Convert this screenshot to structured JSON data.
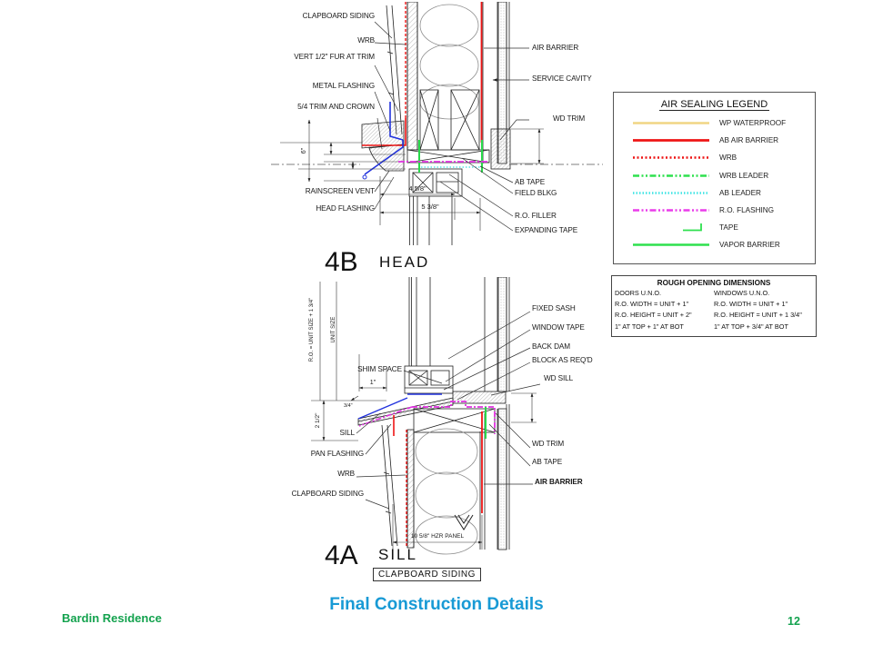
{
  "footer": {
    "project": "Bardin Residence",
    "title": "Final Construction Details",
    "page": "12"
  },
  "legend": {
    "title": "AIR SEALING LEGEND",
    "items": [
      {
        "label": "WP WATERPROOF",
        "color": "#f0d584",
        "dash": "none"
      },
      {
        "label": "AB AIR BARRIER",
        "color": "#ee1515",
        "dash": "none"
      },
      {
        "label": "WRB",
        "color": "#ee1515",
        "dash": "2 2.5"
      },
      {
        "label": "WRB LEADER",
        "color": "#2ee04e",
        "dash": "7 2.5 2 2.5 2 2.5"
      },
      {
        "label": "AB LEADER",
        "color": "#3fe4e4",
        "dash": "1.5 2"
      },
      {
        "label": "R.O. FLASHING",
        "color": "#ea3cea",
        "dash": "7 2.5 2 2.5 2 2.5"
      },
      {
        "label": "TAPE",
        "color": "#2ee04e",
        "dash": "none"
      },
      {
        "label": "VAPOR BARRIER",
        "color": "#2ee04e",
        "dash": "none"
      }
    ]
  },
  "rough_opening": {
    "title": "ROUGH OPENING DIMENSIONS",
    "doors": [
      "DOORS U.N.O.",
      "R.O. WIDTH = UNIT + 1\"",
      "R.O. HEIGHT = UNIT + 2\"",
      "1\" AT TOP + 1\" AT BOT"
    ],
    "windows": [
      "WINDOWS U.N.O.",
      "R.O. WIDTH = UNIT + 1\"",
      "R.O. HEIGHT = UNIT + 1 3/4\"",
      "1\" AT TOP + 3/4\" AT BOT"
    ]
  },
  "head": {
    "num": "4B",
    "name": "HEAD",
    "left": [
      "CLAPBOARD SIDING",
      "WRB",
      "VERT 1/2\" FUR AT TRIM",
      "METAL FLASHING",
      "5/4 TRIM AND CROWN",
      "RAINSCREEN VENT",
      "HEAD FLASHING"
    ],
    "right": [
      "AIR BARRIER",
      "SERVICE CAVITY",
      "WD TRIM",
      "AB TAPE",
      "FIELD BLKG",
      "R.O. FILLER",
      "EXPANDING TAPE"
    ],
    "dims": {
      "d1": "4 5/8\"",
      "d2": "5 3/8\"",
      "d3": "6\""
    }
  },
  "sill": {
    "num": "4A",
    "name": "SILL",
    "box": "CLAPBOARD SIDING",
    "left": [
      "SHIM SPACE",
      "SILL",
      "PAN FLASHING",
      "WRB",
      "CLAPBOARD SIDING"
    ],
    "right": [
      "FIXED SASH",
      "WINDOW TAPE",
      "BACK DAM",
      "BLOCK AS REQ'D",
      "WD SILL",
      "WD TRIM",
      "AB TAPE",
      "AIR BARRIER"
    ],
    "dims": {
      "d1": "1\"",
      "d2": "2 1/2\"",
      "d3": "3/4\"",
      "d4": "10 5/8\" HZR PANEL",
      "d5": "R.O. = UNIT SIZE + 1 3/4\"",
      "d6": "UNIT SIZE"
    }
  }
}
